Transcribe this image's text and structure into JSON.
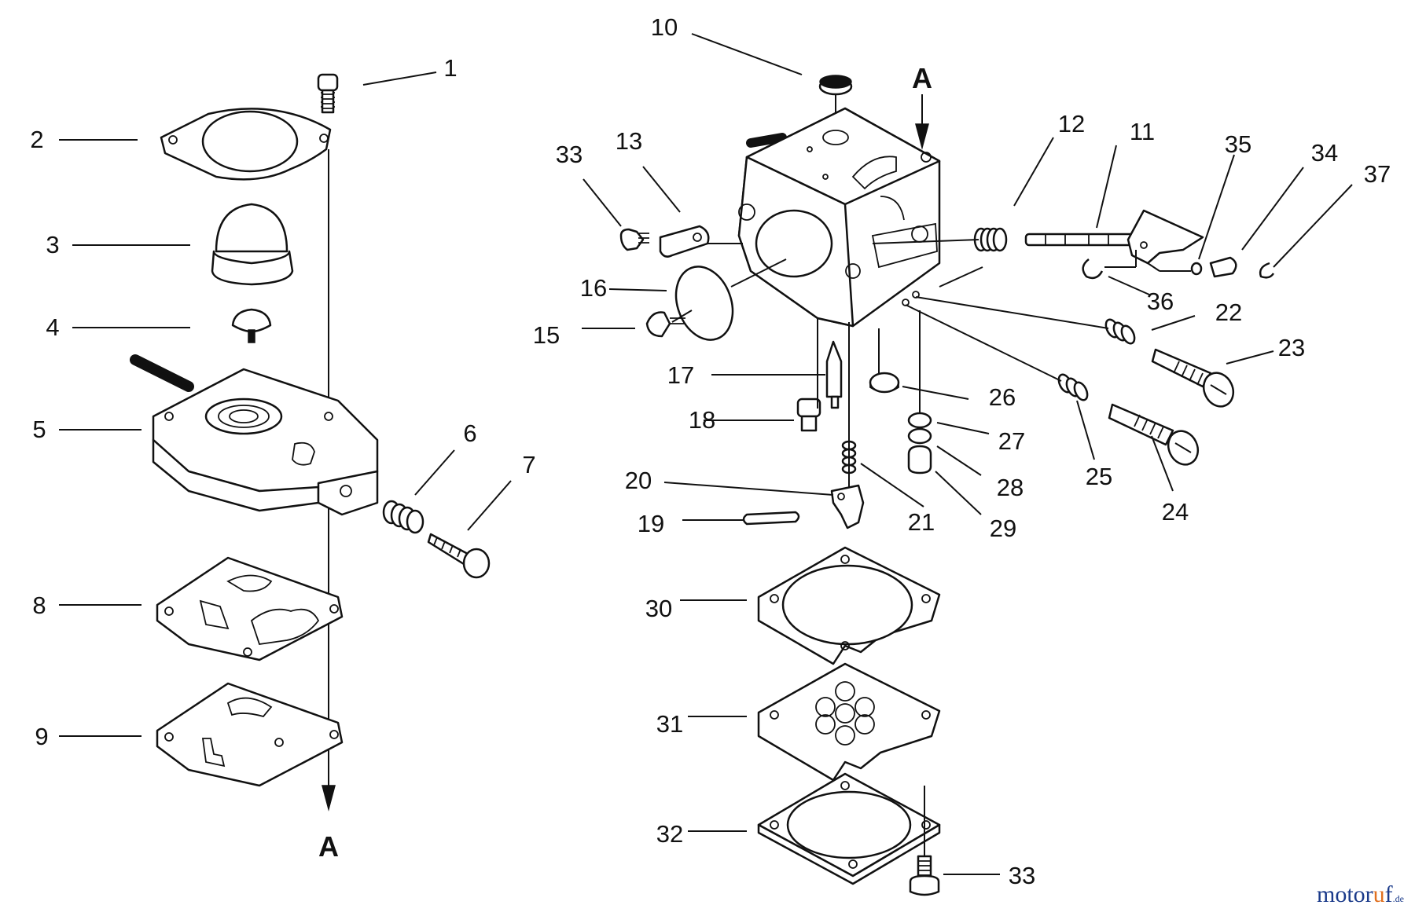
{
  "diagram": {
    "part_numbers": [
      "1",
      "2",
      "3",
      "4",
      "5",
      "6",
      "7",
      "8",
      "9",
      "10",
      "11",
      "12",
      "13",
      "33",
      "16",
      "15",
      "17",
      "18",
      "20",
      "19",
      "21",
      "35",
      "34",
      "37",
      "36",
      "22",
      "23",
      "26",
      "27",
      "25",
      "28",
      "24",
      "29",
      "30",
      "31",
      "32",
      "33"
    ],
    "reference_letter_top": "A",
    "reference_letter_bottom": "A"
  },
  "watermark": {
    "name_a": "motor",
    "name_b": "u",
    "name_c": "f",
    "tld": ".de"
  }
}
